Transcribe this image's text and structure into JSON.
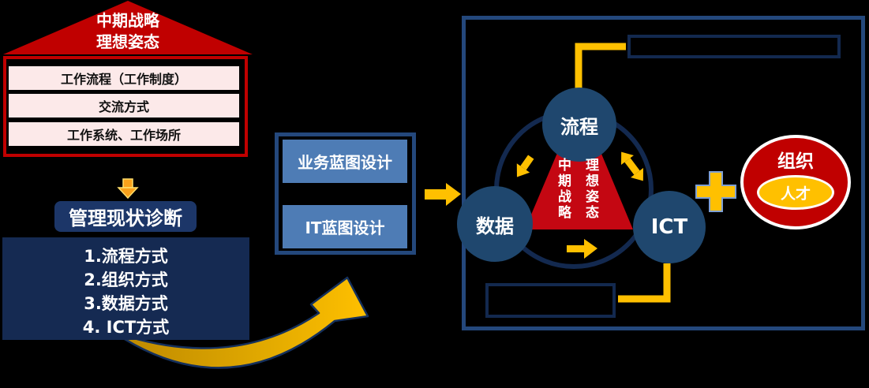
{
  "colors": {
    "background": "#000000",
    "accent_red": "#C00000",
    "accent_gold": "#FFC000",
    "accent_navy": "#1F3864",
    "row_pink": "#FCE9E9",
    "steel_blue": "#4E7CB5"
  },
  "house": {
    "roof": {
      "line1": "中期战略",
      "line2": "理想姿态"
    },
    "rows": [
      "工作流程（工作制度）",
      "交流方式",
      "工作系统、工作场所"
    ]
  },
  "diagnosis": {
    "title": "管理现状诊断",
    "items": [
      "1.流程方式",
      "2.组织方式",
      "3.数据方式",
      "4. ICT方式"
    ]
  },
  "blueprint": {
    "business": "业务蓝图设计",
    "it": "IT蓝图设计"
  },
  "cycle": {
    "top_circle": "流程",
    "left_circle": "数据",
    "right_circle": "ICT",
    "triangle_left_column": "中期战略",
    "triangle_right_column": "理想姿态"
  },
  "organization": {
    "outer_label": "组织",
    "inner_label": "人才"
  }
}
